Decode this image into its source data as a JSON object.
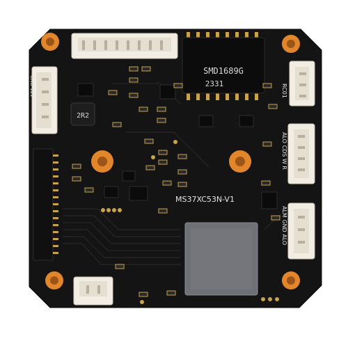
{
  "colors": {
    "background": "#ffffff",
    "pcb": "#141414",
    "pcb_trace": "#1c1c1c",
    "gold_ring": "#e2862c",
    "gold_pad": "#c9a24a",
    "connector": "#f1ede3",
    "chip_black": "#0c0c0c",
    "shield_gray": "#6f7176"
  },
  "board": {
    "model_label": "MS37XC53N-V1"
  },
  "transformer": {
    "part_label": "SMD1689G",
    "date_code": "2331"
  },
  "inductor": {
    "label": "2R2"
  },
  "silkscreen": {
    "right_top": "RC01",
    "right_mid": "ALO CDS W R",
    "right_bottom": "ALM GND ALO",
    "left_connector": "GND 12V"
  }
}
